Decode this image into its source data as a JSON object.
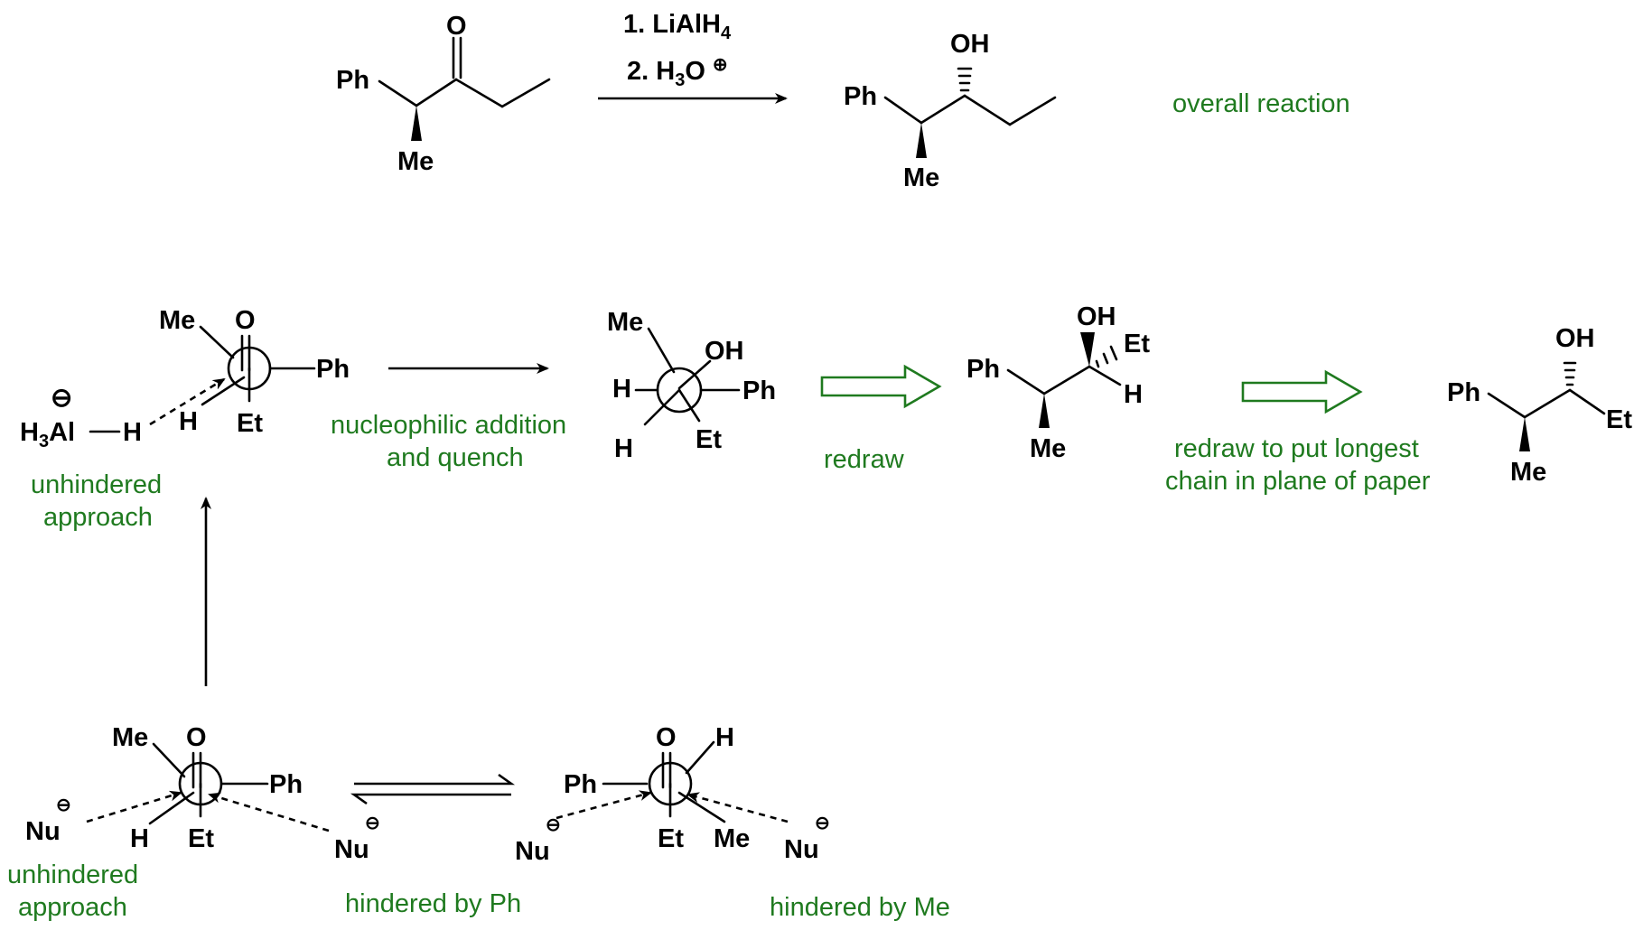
{
  "reaction": {
    "reagent_1": "1. LiAlH",
    "reagent_1_sub": "4",
    "reagent_2": "2. H",
    "reagent_2_sub": "3",
    "reagent_2_tail": "O",
    "reagent_2_charge": "⊕",
    "overall_note": "overall reaction"
  },
  "groups": {
    "ph": "Ph",
    "me": "Me",
    "et": "Et",
    "oh": "OH",
    "o": "O",
    "h": "H",
    "nu": "Nu",
    "minus": "⊖"
  },
  "hydride": {
    "h": "H",
    "sub": "3",
    "al": "Al",
    "h2": "H"
  },
  "notes": {
    "unhindered_1": "unhindered",
    "approach_1": "approach",
    "nucleophilic_1": "nucleophilic addition",
    "nucleophilic_2": "and quench",
    "redraw": "redraw",
    "redraw_long_1": "redraw to put longest",
    "redraw_long_2": "chain in plane of paper",
    "unhindered_2": "unhindered",
    "approach_2": "approach",
    "hindered_ph": "hindered by Ph",
    "hindered_me": "hindered by Me"
  }
}
